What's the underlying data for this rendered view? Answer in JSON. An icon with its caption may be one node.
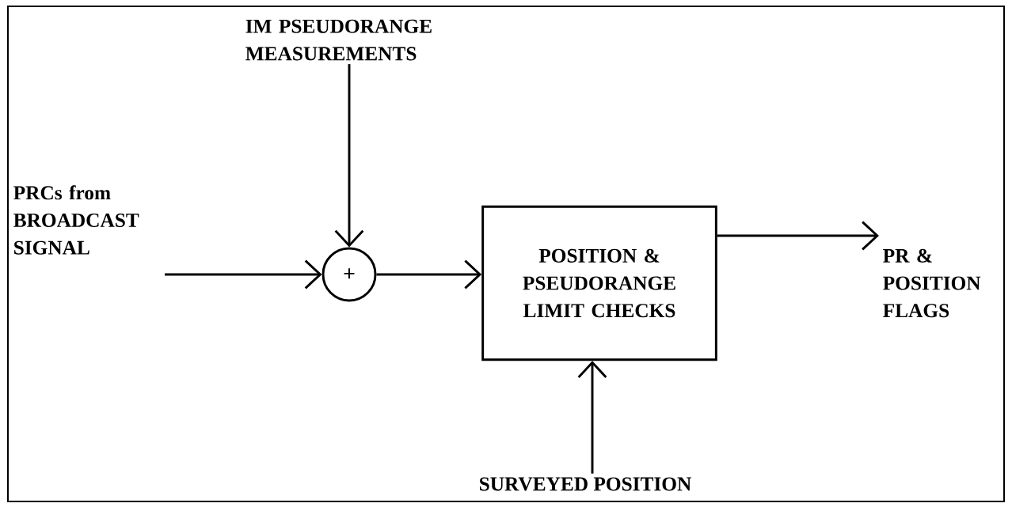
{
  "diagram": {
    "nodes": [
      {
        "text": [
          "IM PSEUDORANGE MEASUREMENTS"
        ]
      },
      {
        "text": [
          "PRCs from BROADCAST SIGNAL"
        ]
      },
      {
        "text": [
          "+"
        ]
      },
      {
        "text": [
          "POSITION & PSEUDORANGE LIMIT CHECKS"
        ]
      },
      {
        "text": [
          "PR & POSITION FLAGS"
        ]
      },
      {
        "text": [
          "SURVEYED POSITION"
        ]
      }
    ],
    "edges": [
      {
        "from": 0,
        "to": 2,
        "arrow": "to"
      },
      {
        "from": 1,
        "to": 2,
        "arrow": "to"
      },
      {
        "from": 2,
        "to": 3,
        "arrow": "to"
      },
      {
        "from": 3,
        "to": 4,
        "arrow": "to"
      },
      {
        "from": 5,
        "to": 3,
        "arrow": "to"
      }
    ]
  }
}
